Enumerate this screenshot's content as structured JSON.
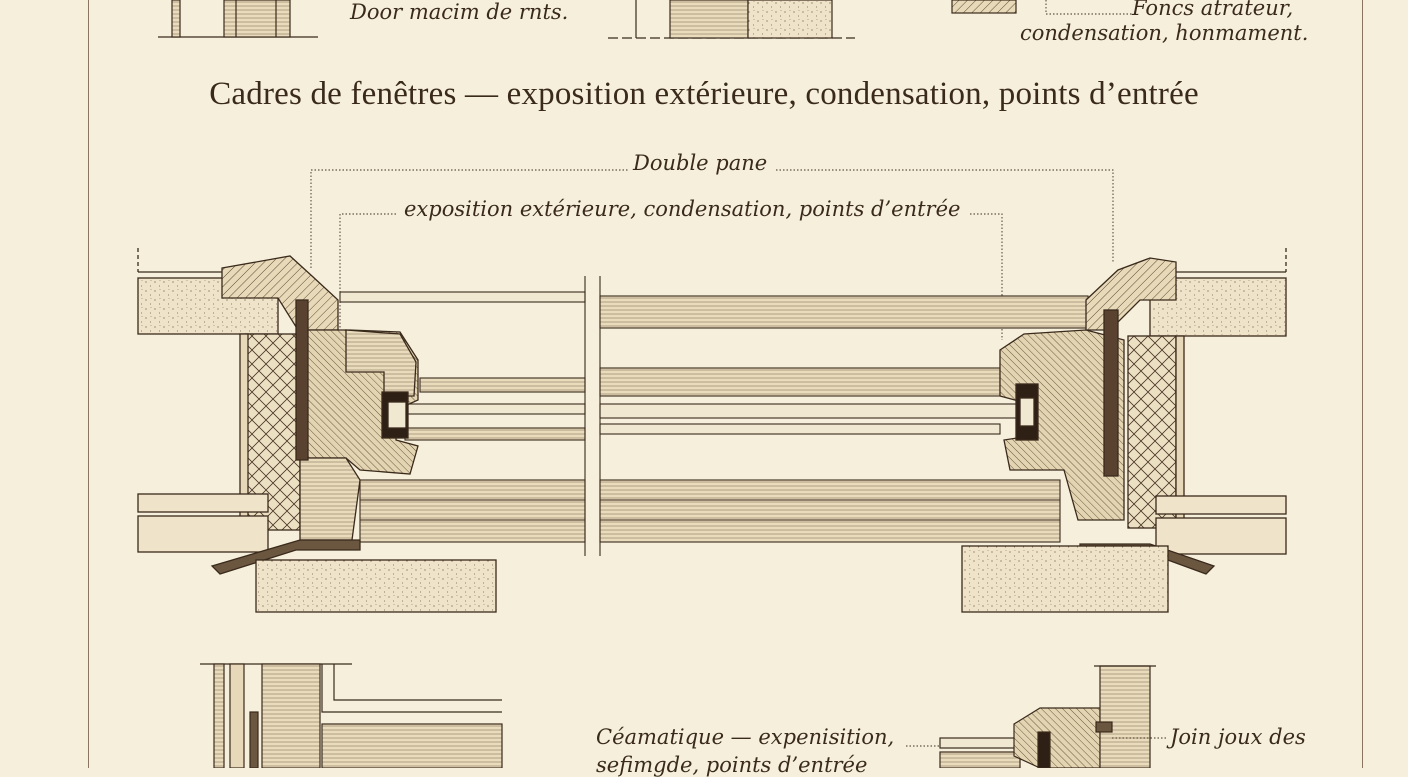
{
  "title": "Cadres de fenêtres — exposition extérieure, condensation, points d’entrée",
  "captions": {
    "top_left": "Door macim de rnts.",
    "top_right_1": "Foncs atrateur,",
    "top_right_2": "condensation, honmament.",
    "double_pane": "Double pane",
    "exposure": "exposition extérieure, condensation, points d’entrée",
    "bottom_left_1": "Céamatique — expenisition,",
    "bottom_left_2": "sefimgde, points d’entrée",
    "bottom_right": "Join joux des"
  },
  "colors": {
    "paper": "#f6efdc",
    "ink": "#3a2a1c",
    "wood": "#e6d8b8",
    "stone": "#ece1c6"
  }
}
